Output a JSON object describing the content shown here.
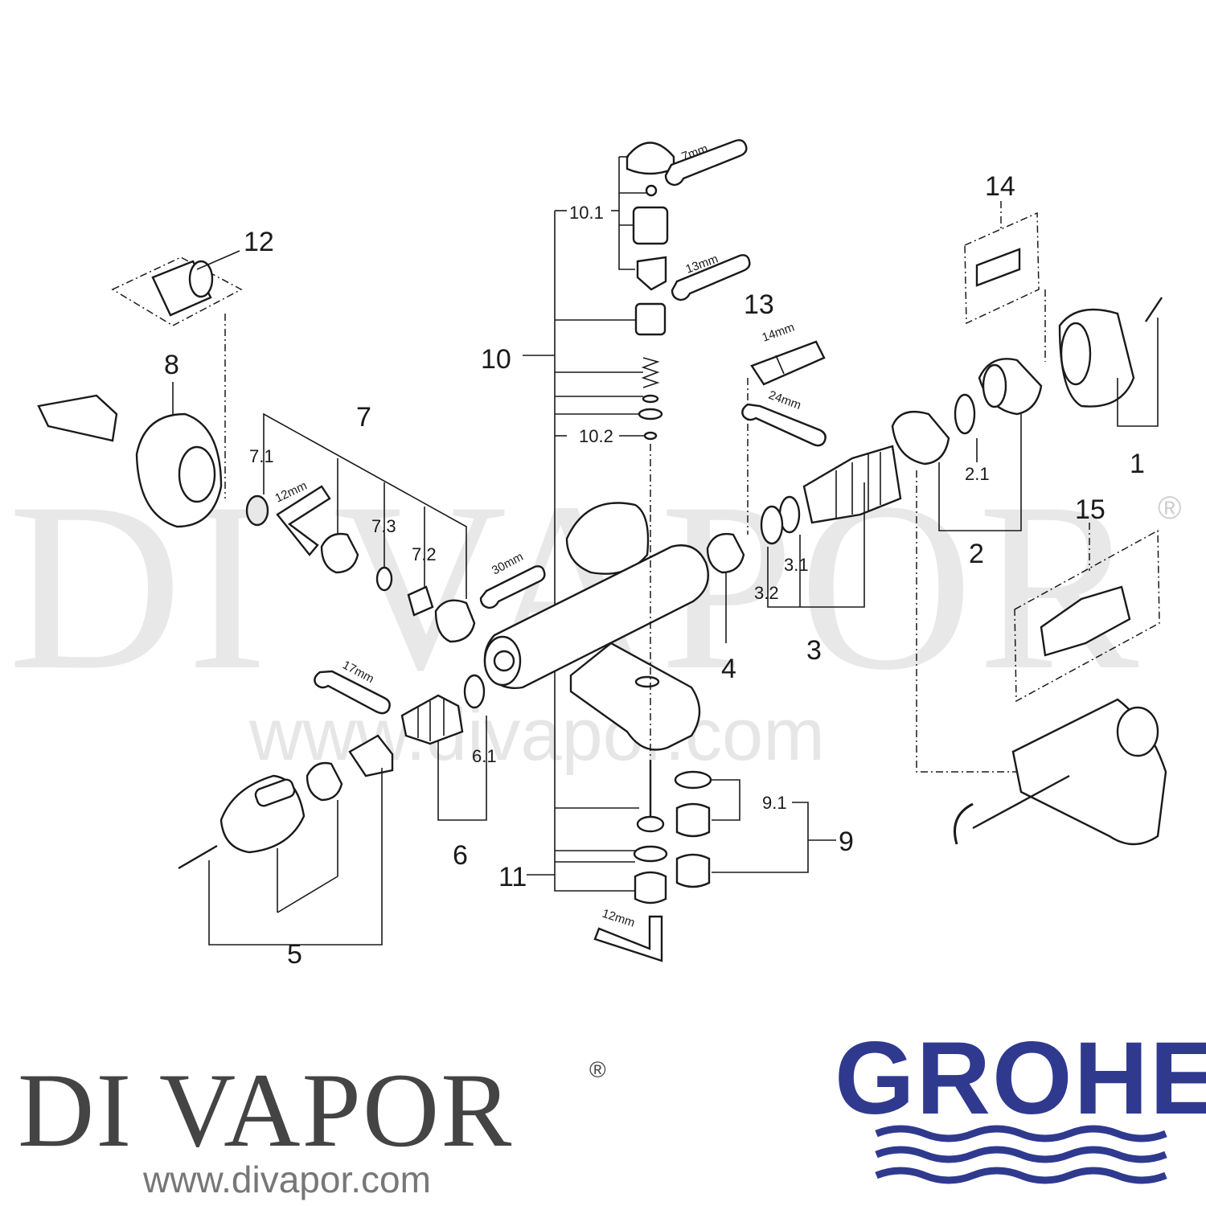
{
  "watermark": {
    "text": "DI VAPOR",
    "url": "www.divapor.com",
    "reg": "®"
  },
  "labels": {
    "p1": "1",
    "p2": "2",
    "p2_1": "2.1",
    "p3": "3",
    "p3_1": "3.1",
    "p3_2": "3.2",
    "p4": "4",
    "p5": "5",
    "p6": "6",
    "p6_1": "6.1",
    "p7": "7",
    "p7_1": "7.1",
    "p7_2": "7.2",
    "p7_3": "7.3",
    "p8": "8",
    "p9": "9",
    "p9_1": "9.1",
    "p10": "10",
    "p10_1": "10.1",
    "p10_2": "10.2",
    "p11": "11",
    "p12": "12",
    "p13": "13",
    "p14": "14",
    "p15": "15"
  },
  "tools": {
    "t7mm": "7mm",
    "t13mm": "13mm",
    "t14mm": "14mm",
    "t24mm": "24mm",
    "t12mm_a": "12mm",
    "t30mm": "30mm",
    "t17mm": "17mm",
    "t12mm_b": "12mm"
  },
  "footer": {
    "brand": "DI VAPOR",
    "reg": "®",
    "url": "www.divapor.com",
    "manufacturer": "GROHE"
  },
  "colors": {
    "grohe_blue": "#2f3a8f",
    "brand_grey": "#444444"
  }
}
